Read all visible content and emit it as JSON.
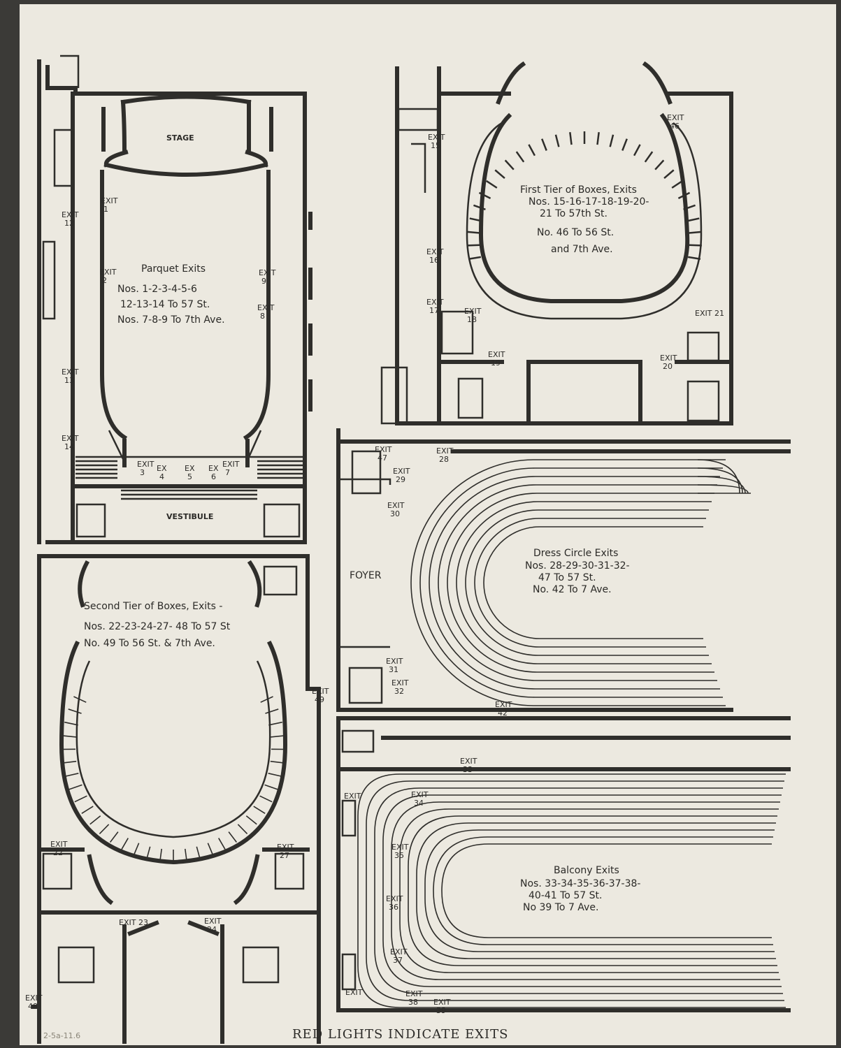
{
  "footer": "RED LIGHTS INDICATE EXITS",
  "pencil_note": "2-5a-11.6",
  "sections": {
    "parquet": {
      "title": "Parquet Exits",
      "lines": [
        "Nos. 1-2-3-4-5-6",
        "12-13-14 To 57 St.",
        "Nos. 7-8-9 To 7th Ave."
      ],
      "stage": "STAGE",
      "vestibule": "VESTIBULE"
    },
    "first_tier": {
      "lines": [
        "First Tier of Boxes, Exits",
        "Nos. 15-16-17-18-19-20-",
        "21 To 57th St.",
        "No. 46 To 56 St.",
        "and 7th Ave."
      ]
    },
    "dress_circle": {
      "lines": [
        "Dress Circle Exits",
        "Nos. 28-29-30-31-32-",
        "47 To 57 St.",
        "No. 42 To 7 Ave."
      ],
      "foyer": "FOYER"
    },
    "second_tier": {
      "lines": [
        "Second Tier of Boxes, Exits -",
        "Nos. 22-23-24-27- 48 To 57 St",
        "No. 49 To 56 St. & 7th Ave."
      ]
    },
    "balcony": {
      "lines": [
        "Balcony Exits",
        "Nos. 33-34-35-36-37-38-",
        "40-41 To 57 St.",
        "No 39 To 7 Ave."
      ]
    }
  },
  "exits": [
    {
      "id": "exit-1",
      "word": "EXIT",
      "num": "1"
    },
    {
      "id": "exit-2",
      "word": "EXIT",
      "num": "2"
    },
    {
      "id": "exit-3",
      "word": "EXIT",
      "num": "3"
    },
    {
      "id": "exit-4",
      "word": "EX",
      "num": "4"
    },
    {
      "id": "exit-5",
      "word": "EX",
      "num": "5"
    },
    {
      "id": "exit-6",
      "word": "EX",
      "num": "6"
    },
    {
      "id": "exit-7",
      "word": "EXIT",
      "num": "7"
    },
    {
      "id": "exit-8",
      "word": "EXIT",
      "num": "8"
    },
    {
      "id": "exit-9",
      "word": "EXIT",
      "num": "9"
    },
    {
      "id": "exit-12",
      "word": "EXIT",
      "num": "12"
    },
    {
      "id": "exit-13",
      "word": "EXIT",
      "num": "13"
    },
    {
      "id": "exit-14",
      "word": "EXIT",
      "num": "14"
    },
    {
      "id": "exit-15",
      "word": "EXIT",
      "num": "15"
    },
    {
      "id": "exit-16",
      "word": "EXIT",
      "num": "16"
    },
    {
      "id": "exit-17",
      "word": "EXIT",
      "num": "17"
    },
    {
      "id": "exit-18",
      "word": "EXIT",
      "num": "18"
    },
    {
      "id": "exit-19",
      "word": "EXIT",
      "num": "19"
    },
    {
      "id": "exit-20",
      "word": "EXIT",
      "num": "20"
    },
    {
      "id": "exit-21",
      "word": "EXIT",
      "num": "21"
    },
    {
      "id": "exit-46",
      "word": "EXIT",
      "num": "46"
    },
    {
      "id": "exit-47",
      "word": "EXIT",
      "num": "47"
    },
    {
      "id": "exit-28",
      "word": "EXIT",
      "num": "28"
    },
    {
      "id": "exit-29",
      "word": "EXIT",
      "num": "29"
    },
    {
      "id": "exit-30",
      "word": "EXIT",
      "num": "30"
    },
    {
      "id": "exit-31",
      "word": "EXIT",
      "num": "31"
    },
    {
      "id": "exit-32",
      "word": "EXIT",
      "num": "32"
    },
    {
      "id": "exit-42",
      "word": "EXIT",
      "num": "42"
    },
    {
      "id": "exit-49",
      "word": "EXIT",
      "num": "49"
    },
    {
      "id": "exit-22",
      "word": "EXIT",
      "num": "22"
    },
    {
      "id": "exit-27",
      "word": "EXIT",
      "num": "27"
    },
    {
      "id": "exit-48",
      "word": "EXIT",
      "num": "48"
    },
    {
      "id": "exit-23",
      "word": "EXIT",
      "num": "23"
    },
    {
      "id": "exit-24",
      "word": "EXIT",
      "num": "24"
    },
    {
      "id": "exit-33",
      "word": "EXIT",
      "num": "33"
    },
    {
      "id": "exit-34",
      "word": "EXIT",
      "num": "34"
    },
    {
      "id": "exit-35",
      "word": "EXIT",
      "num": "35"
    },
    {
      "id": "exit-36",
      "word": "EXIT",
      "num": "36"
    },
    {
      "id": "exit-37",
      "word": "EXIT",
      "num": "37"
    },
    {
      "id": "exit-38",
      "word": "EXIT",
      "num": "38"
    },
    {
      "id": "exit-39",
      "word": "EXIT",
      "num": "39"
    },
    {
      "id": "exit-balc-upper",
      "word": "EXIT",
      "num": ""
    },
    {
      "id": "exit-balc-lower",
      "word": "EXIT",
      "num": ""
    }
  ]
}
